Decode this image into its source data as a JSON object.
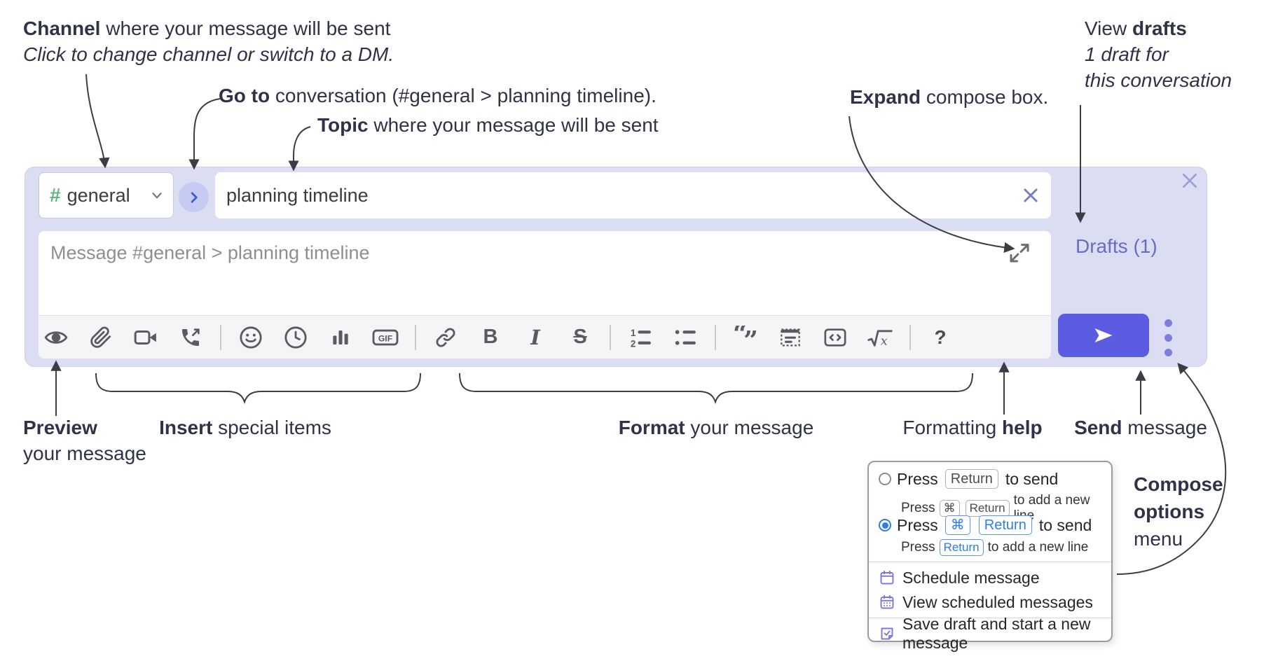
{
  "annotations": {
    "channel": {
      "bold": "Channel",
      "rest": " where your message will be sent",
      "line2": "Click to change channel or switch to a DM."
    },
    "go_to": {
      "bold": "Go to",
      "rest": " conversation (#general > planning timeline)."
    },
    "topic": {
      "bold": "Topic",
      "rest": " where your message will be sent"
    },
    "expand": {
      "bold": "Expand",
      "rest": " compose box."
    },
    "view_drafts": {
      "pre": "View ",
      "bold": "drafts",
      "line2": "1 draft for",
      "line3": "this conversation"
    },
    "preview": {
      "bold": "Preview",
      "line2": "your message"
    },
    "insert": {
      "bold": "Insert",
      "rest": " special items"
    },
    "format": {
      "bold": "Format",
      "rest": " your message"
    },
    "formatting_help": {
      "pre": "Formatting ",
      "bold": "help"
    },
    "send": {
      "bold": "Send",
      "rest": " message"
    },
    "compose_options": {
      "line1": "Compose",
      "line2": "options",
      "line3": "menu"
    }
  },
  "compose": {
    "channel_hash": "#",
    "channel_name": "general",
    "topic_value": "planning timeline",
    "message_placeholder": "Message #general > planning timeline",
    "drafts_label": "Drafts (1)"
  },
  "toolbar": {
    "bold": "B",
    "italic": "I",
    "strike": "S",
    "gif": "GIF",
    "math_x": "x",
    "help": "?",
    "icons": [
      "eye-preview",
      "paperclip-attach",
      "video-call",
      "voice-call",
      "emoji",
      "time",
      "poll",
      "gif",
      "link",
      "bold",
      "italic",
      "strikethrough",
      "numbered-list",
      "bulleted-list",
      "quote",
      "spoiler",
      "code",
      "math",
      "help"
    ]
  },
  "popup": {
    "option1": {
      "press": "Press",
      "key_return": "Return",
      "to_send": "to send",
      "sub_press": "Press",
      "sub_key_cmd": "⌘",
      "sub_key_return": "Return",
      "sub_rest": "to add a new line"
    },
    "option2": {
      "press": "Press",
      "key_cmd": "⌘",
      "key_return": "Return",
      "to_send": "to send",
      "sub_press": "Press",
      "sub_key_return": "Return",
      "sub_rest": "to add a new line"
    },
    "item_schedule": "Schedule message",
    "item_view_scheduled": "View scheduled messages",
    "item_save_draft": "Save draft and start a new message"
  },
  "colors": {
    "compose_bg": "#dbdef2",
    "send_button": "#5b5ce2",
    "drafts_link": "#676dc7",
    "channel_hash_green": "#5fb97f",
    "popup_icon_purple": "#7b78dd",
    "radio_selected_blue": "#2f7cf0",
    "annotation_text": "#2f3349",
    "toolbar_icon": "#585b60"
  }
}
